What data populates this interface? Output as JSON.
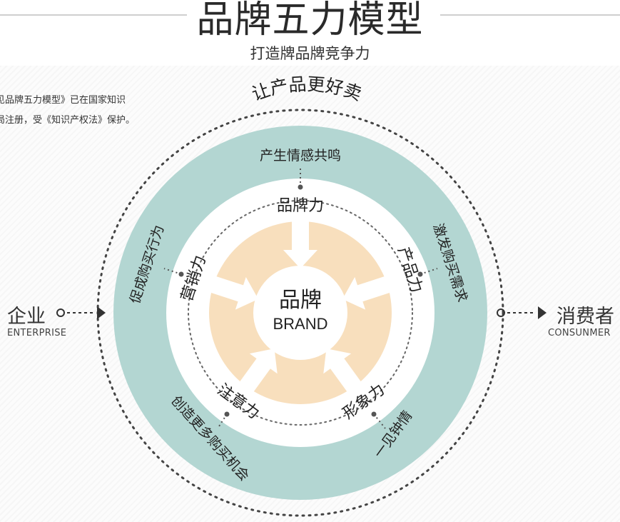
{
  "header": {
    "title": "品牌五力模型",
    "subtitle": "打造牌品牌竞争力"
  },
  "note": {
    "line1": "见品牌五力模型》已在国家知识",
    "line2": "局注册，受《知识产权法》保护。"
  },
  "left": {
    "cn": "企业",
    "en": "ENTERPRISE"
  },
  "right": {
    "cn": "消费者",
    "en": "CONSUNMER"
  },
  "diagram": {
    "outer_arc_text": "让产品更好卖",
    "center_cn": "品牌",
    "center_en": "BRAND",
    "forces": [
      "品牌力",
      "产品力",
      "形象力",
      "注意力",
      "营销力"
    ],
    "effects": [
      "产生情感共鸣",
      "激发购买需求",
      "一见钟情",
      "创造更多购买机会",
      "促成购买行为"
    ]
  },
  "colors": {
    "teal_ring": "#b3d6d2",
    "center_fill": "#f8dfbd",
    "dotted": "#444444"
  }
}
